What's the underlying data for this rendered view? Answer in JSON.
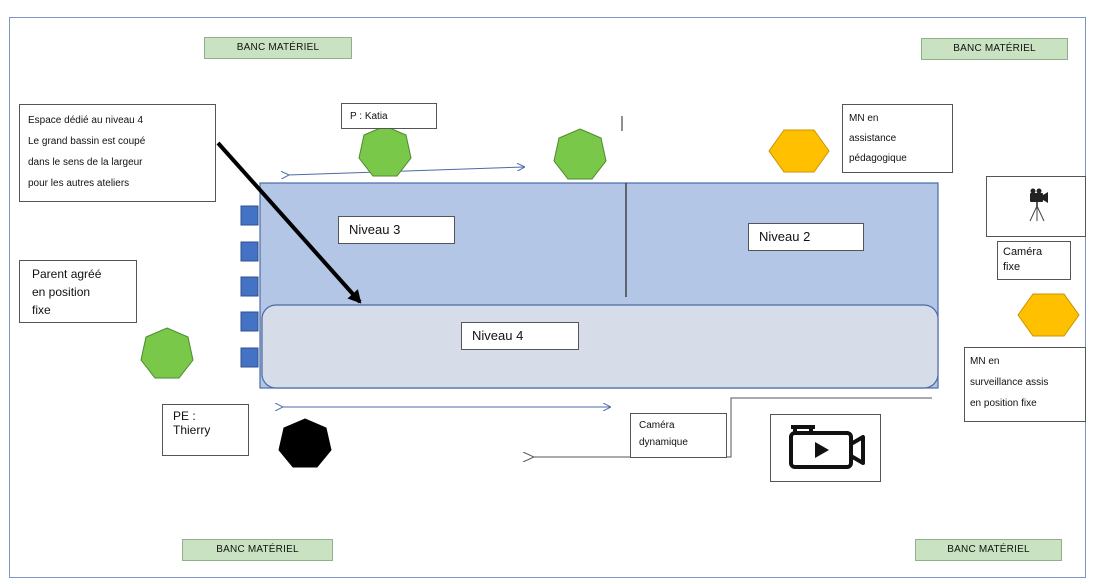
{
  "banc": {
    "top_left": "BANC MATÉRIEL",
    "top_right": "BANC MATÉRIEL",
    "bottom_left": "BANC MATÉRIEL",
    "bottom_right": "BANC MATÉRIEL"
  },
  "espace": {
    "line1": "Espace dédié au niveau 4",
    "line2": "Le grand bassin est coupé",
    "line3": "dans le sens de la largeur",
    "line4": "pour les autres ateliers"
  },
  "katia": "P :  Katia",
  "mn_assist": {
    "line1": "MN en",
    "line2": "assistance",
    "line3": "pédagogique"
  },
  "parent": {
    "line1": "Parent agréé",
    "line2": "en position",
    "line3": "fixe"
  },
  "niveaux": {
    "n3": "Niveau 3",
    "n2": "Niveau 2",
    "n4": "Niveau 4"
  },
  "camera_fixe": {
    "line1": "Caméra",
    "line2": "fixe"
  },
  "mn_surv": {
    "line1": "MN en",
    "line2": "surveillance assis",
    "line3": "en position fixe"
  },
  "pe": {
    "line1": "PE :",
    "line2": "Thierry"
  },
  "camera_dyn": {
    "line1": "Caméra",
    "line2": "dynamique"
  },
  "colors": {
    "pool_fill": "#b3c6e6",
    "pool_border": "#4a6aa8",
    "niveau4_fill": "#d7dde8",
    "green_marker": "#7ac84a",
    "orange_marker": "#ffc000",
    "black_marker": "#000000",
    "block_marker": "#4472c4",
    "banc_fill": "#c9e3c2"
  },
  "icons": [
    "tripod-camera-icon",
    "video-camera-icon"
  ]
}
